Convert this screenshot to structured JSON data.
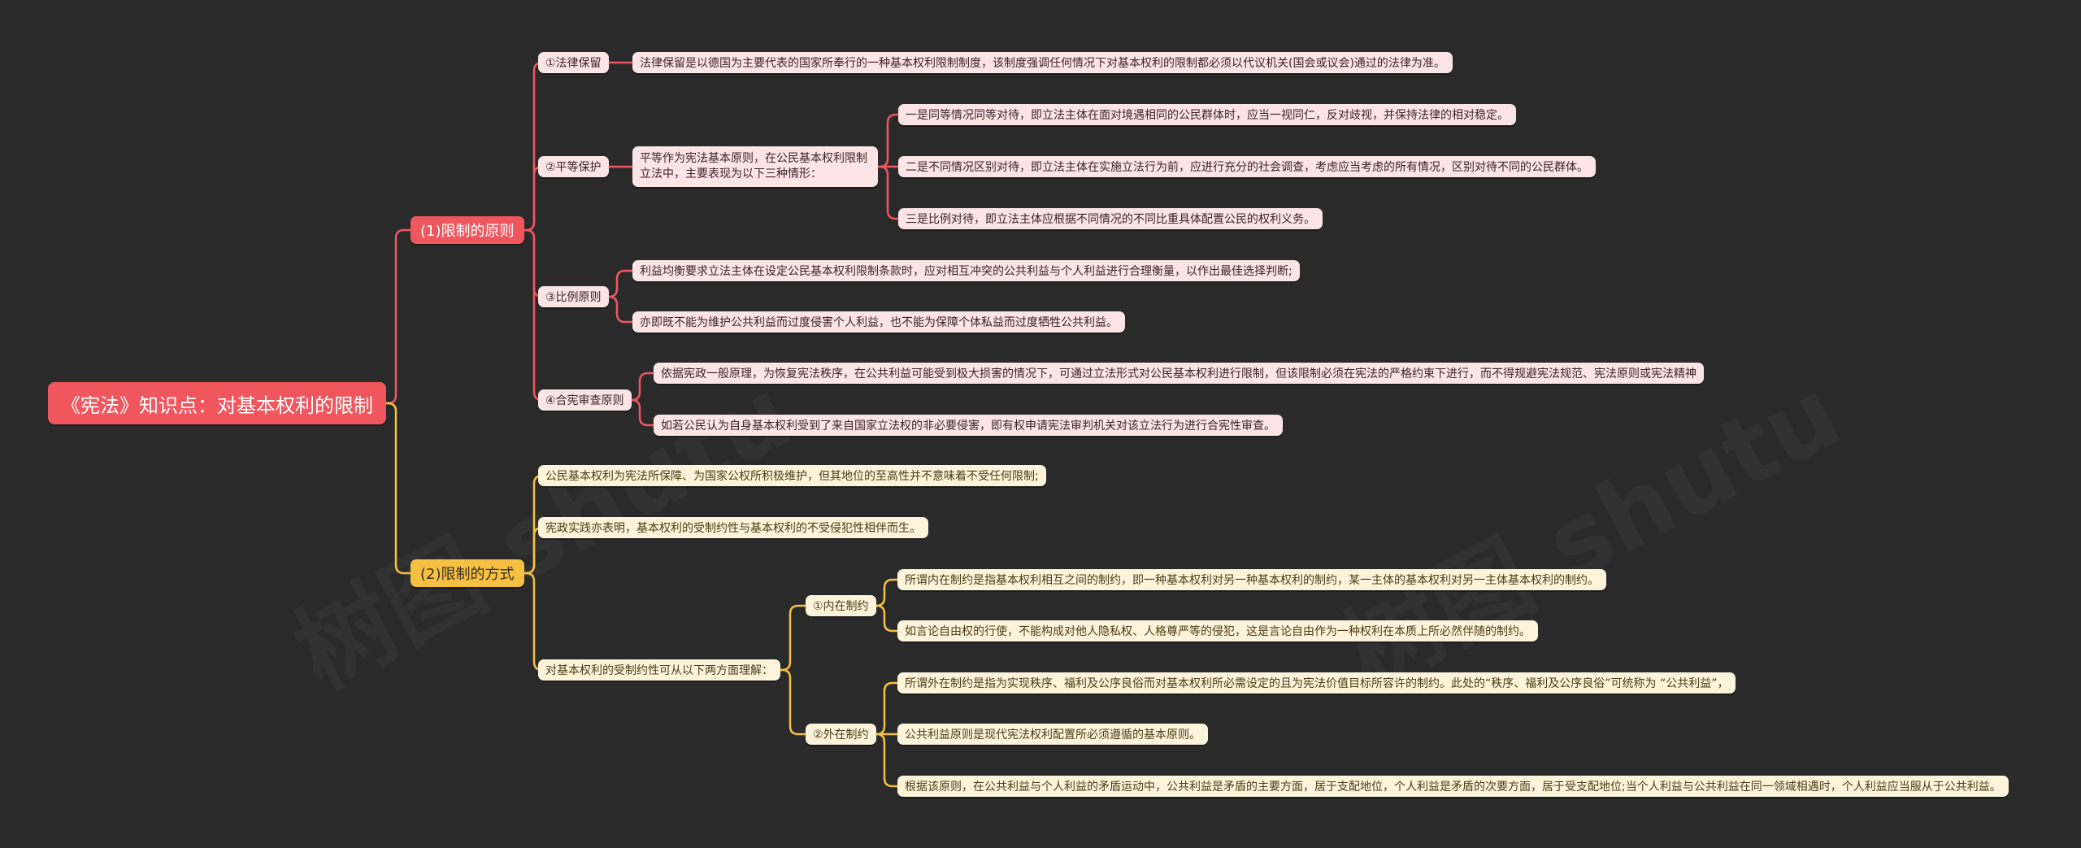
{
  "root": "《宪法》知识点：对基本权利的限制",
  "colors": {
    "red": "#f0565e",
    "yellow": "#f6c143"
  },
  "branch1": {
    "title": "(1)限制的原则",
    "legal_reservation": {
      "title": "①法律保留",
      "text": "法律保留是以德国为主要代表的国家所奉行的一种基本权利限制制度，该制度强调任何情况下对基本权利的限制都必须以代议机关(国会或议会)通过的法律为准。"
    },
    "equal_protection": {
      "title": "②平等保护",
      "intro": "平等作为宪法基本原则，在公民基本权利限制立法中，主要表现为以下三种情形：",
      "items": [
        "一是同等情况同等对待，即立法主体在面对境遇相同的公民群体时，应当一视同仁，反对歧视，并保持法律的相对稳定。",
        "二是不同情况区别对待，即立法主体在实施立法行为前，应进行充分的社会调查，考虑应当考虑的所有情况，区别对待不同的公民群体。",
        "三是比例对待，即立法主体应根据不同情况的不同比重具体配置公民的权利义务。"
      ]
    },
    "proportionality": {
      "title": "③比例原则",
      "items": [
        "利益均衡要求立法主体在设定公民基本权利限制条款时，应对相互冲突的公共利益与个人利益进行合理衡量，以作出最佳选择判断;",
        "亦即既不能为维护公共利益而过度侵害个人利益，也不能为保障个体私益而过度牺牲公共利益。"
      ]
    },
    "constitutional_review": {
      "title": "④合宪审查原则",
      "items": [
        "依据宪政一般原理，为恢复宪法秩序，在公共利益可能受到极大损害的情况下，可通过立法形式对公民基本权利进行限制，但该限制必须在宪法的严格约束下进行，而不得规避宪法规范、宪法原则或宪法精神",
        "如若公民认为自身基本权利受到了来自国家立法权的非必要侵害，即有权申请宪法审判机关对该立法行为进行合宪性审查。"
      ]
    }
  },
  "branch2": {
    "title": "(2)限制的方式",
    "items": [
      "公民基本权利为宪法所保障、为国家公权所积极维护，但其地位的至高性并不意味着不受任何限制;",
      "宪政实践亦表明，基本权利的受制约性与基本权利的不受侵犯性相伴而生。"
    ],
    "understanding": {
      "title": "对基本权利的受制约性可从以下两方面理解：",
      "internal": {
        "title": "①内在制约",
        "items": [
          "所谓内在制约是指基本权利相互之间的制约，即一种基本权利对另一种基本权利的制约，某一主体的基本权利对另一主体基本权利的制约。",
          "如言论自由权的行使，不能构成对他人隐私权、人格尊严等的侵犯，这是言论自由作为一种权利在本质上所必然伴随的制约。"
        ]
      },
      "external": {
        "title": "②外在制约",
        "items": [
          "所谓外在制约是指为实现秩序、福利及公序良俗而对基本权利所必需设定的且为宪法价值目标所容许的制约。此处的“秩序、福利及公序良俗”可统称为 “公共利益”，",
          "公共利益原则是现代宪法权利配置所必须遵循的基本原则。",
          "根据该原则，在公共利益与个人利益的矛盾运动中，公共利益是矛盾的主要方面，居于支配地位，个人利益是矛盾的次要方面，居于受支配地位;当个人利益与公共利益在同一领域相遇时，个人利益应当服从于公共利益。"
        ]
      }
    }
  }
}
